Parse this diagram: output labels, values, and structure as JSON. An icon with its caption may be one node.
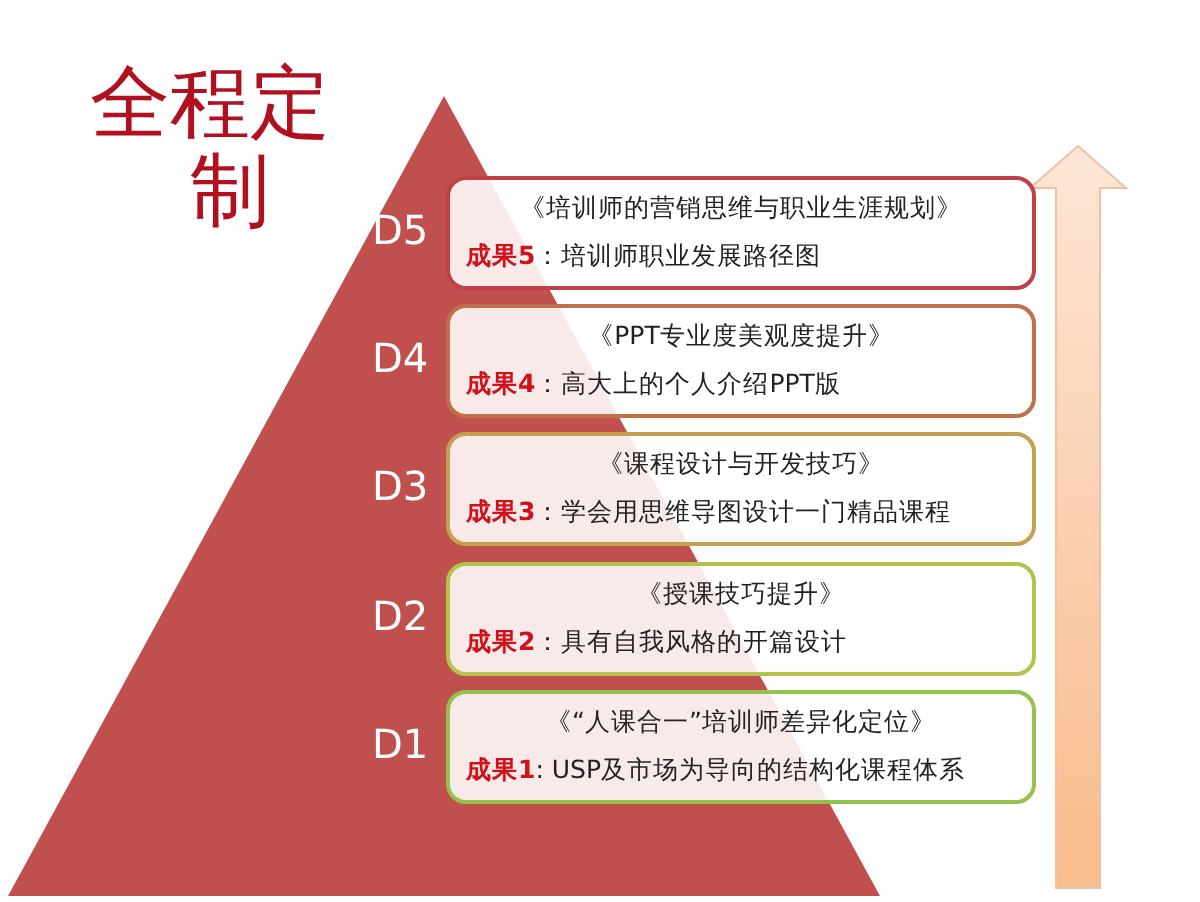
{
  "diagram": {
    "title": "全程定制",
    "nodes": [
      {
        "text": [
          "《培训师的营销思维与职业生涯规划》",
          "**成果5**：培训师职业发展路径图"
        ],
        "beside": [
          "D5"
        ]
      },
      {
        "text": [
          "《PPT专业度美观度提升》",
          "**成果4**：高大上的个人介绍PPT版"
        ],
        "beside": [
          "D4"
        ]
      },
      {
        "text": [
          "《课程设计与开发技巧》",
          "**成果3**：学会用思维导图设计一门精品课程"
        ],
        "beside": [
          "D3"
        ]
      },
      {
        "text": [
          "《授课技巧提升》",
          "**成果2**：具有自我风格的开篇设计"
        ],
        "beside": [
          "D2"
        ]
      },
      {
        "text": [
          "《“人课合一”培训师差异化定位》",
          "**成果1**: USP及市场为导向的结构化课程体系"
        ],
        "beside": [
          "D1"
        ]
      }
    ]
  }
}
